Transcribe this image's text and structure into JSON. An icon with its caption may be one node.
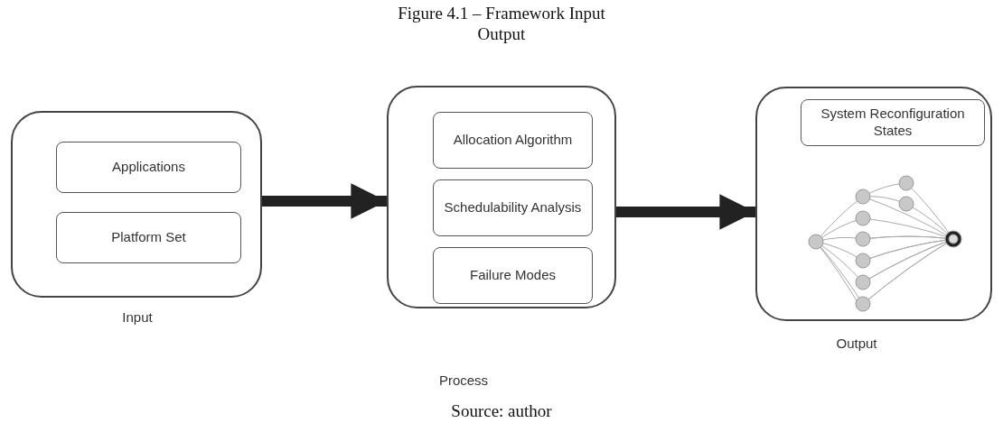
{
  "diagram": {
    "title": "Figure 4.1 – Framework Input Output",
    "caption": "Source: author",
    "nodes": [
      {
        "text": [],
        "shape": "box",
        "beside": [
          "Input"
        ]
      },
      {
        "text": [
          "Applications"
        ],
        "in": 0
      },
      {
        "text": [
          "Platform Set"
        ],
        "in": 0
      },
      {
        "text": [],
        "shape": "box"
      },
      {
        "text": [
          "Allocation Algorithm"
        ],
        "in": 3
      },
      {
        "text": [
          "Schedulability Analysis"
        ],
        "in": 3
      },
      {
        "text": [
          "Failure Modes"
        ],
        "in": 3
      },
      {
        "text": [],
        "shape": "box",
        "beside": [
          "Output"
        ]
      },
      {
        "text": [
          "System Reconfiguration States"
        ],
        "in": 7
      }
    ],
    "edges": [
      {
        "from": 0,
        "to": 3,
        "arrow": "to"
      },
      {
        "from": 3,
        "to": 7,
        "arrow": "to"
      }
    ],
    "labels": [
      "Process"
    ]
  }
}
